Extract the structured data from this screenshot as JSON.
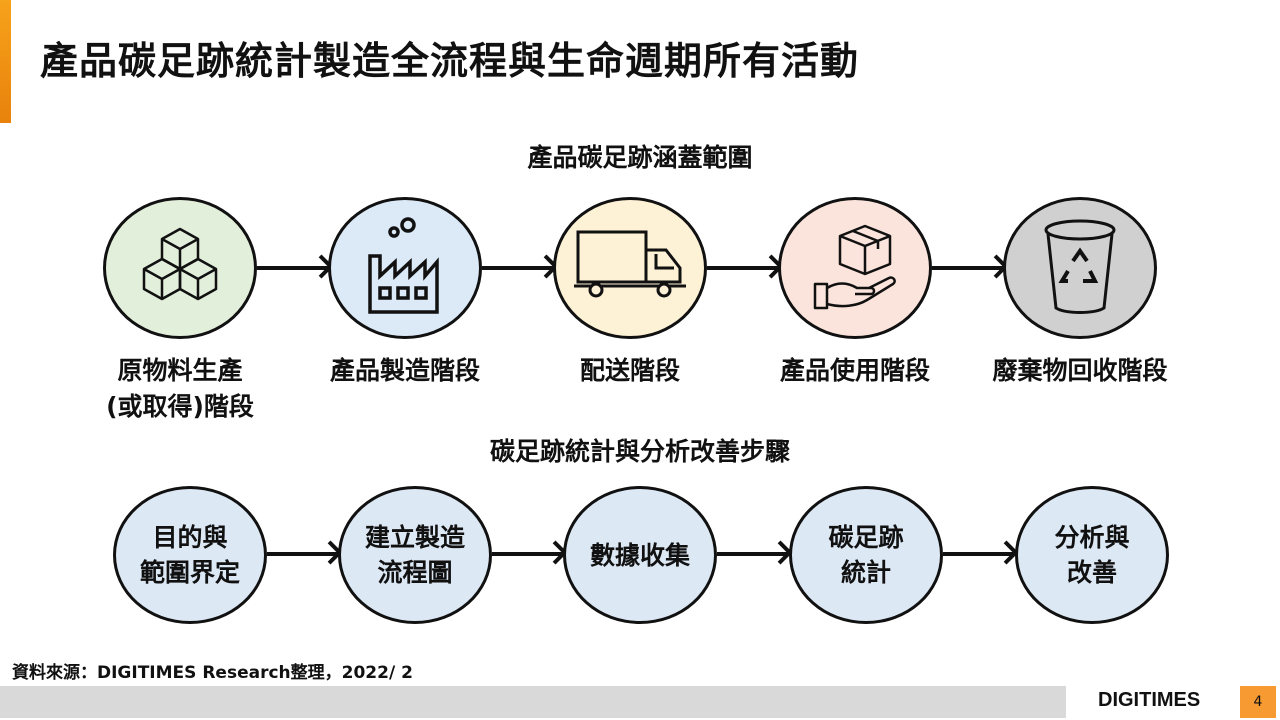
{
  "title": "產品碳足跡統計製造全流程與生命週期所有活動",
  "scope": {
    "heading": "產品碳足跡涵蓋範圍",
    "stages": [
      {
        "label": "原物料生產\n(或取得)階段",
        "icon": "cubes-icon",
        "color": "#e2efda"
      },
      {
        "label": "產品製造階段",
        "icon": "factory-icon",
        "color": "#dce9f6"
      },
      {
        "label": "配送階段",
        "icon": "truck-icon",
        "color": "#fdf1d6"
      },
      {
        "label": "產品使用階段",
        "icon": "hand-box-icon",
        "color": "#fbe4dc"
      },
      {
        "label": "廢棄物回收階段",
        "icon": "recycle-bin-icon",
        "color": "#d0d0d0"
      }
    ]
  },
  "steps": {
    "heading": "碳足跡統計與分析改善步驟",
    "items": [
      "目的與\n範圍界定",
      "建立製造\n流程圖",
      "數據收集",
      "碳足跡\n統計",
      "分析與\n改善"
    ],
    "color": "#dde8f5"
  },
  "source": "資料來源：DIGITIMES Research整理，2022/ 2",
  "footer": {
    "logo": "DIGITIMES",
    "page": "4"
  }
}
